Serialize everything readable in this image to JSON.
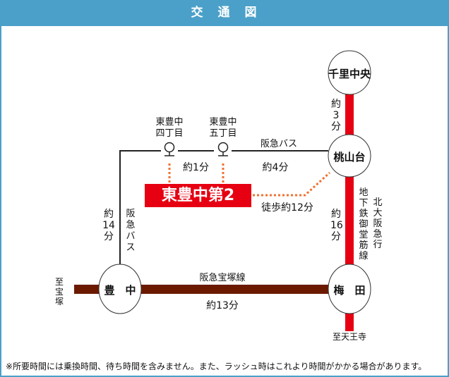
{
  "header": {
    "title": "交　通　図"
  },
  "stations": {
    "senri": "千里中央",
    "momoyama": "桃山台",
    "umeda": "梅　田",
    "toyonaka": "豊　中"
  },
  "bus_stops": {
    "stop4": "東豊中\n四丁目",
    "stop5": "東豊中\n五丁目"
  },
  "labels": {
    "bus_line": "阪急バス",
    "bus_line_v": "阪\n急\nバ\nス",
    "t1": "約1分",
    "t4": "約4分",
    "walk": "徒歩約12分",
    "t3": "約\n3\n分",
    "t14": "約\n14\n分",
    "t16": "約\n16\n分",
    "t13": "約13分",
    "subway": "地\n下\n鉄\n御\n堂\n筋\n線",
    "kita": "北\n大\n阪\n急\n行",
    "hankyu": "阪急宝塚線",
    "takarazuka": "至\n宝\n塚",
    "tennoji": "至天王寺"
  },
  "property": {
    "name": "東豊中第2"
  },
  "note": "※所要時間には乗換時間、待ち時間を含みません。また、ラッシュ時はこれより時間がかかる場合があります。",
  "colors": {
    "header": "#4aa0c8",
    "subway": "#e60012",
    "hankyu": "#6b1a00",
    "walk": "#f07030"
  }
}
